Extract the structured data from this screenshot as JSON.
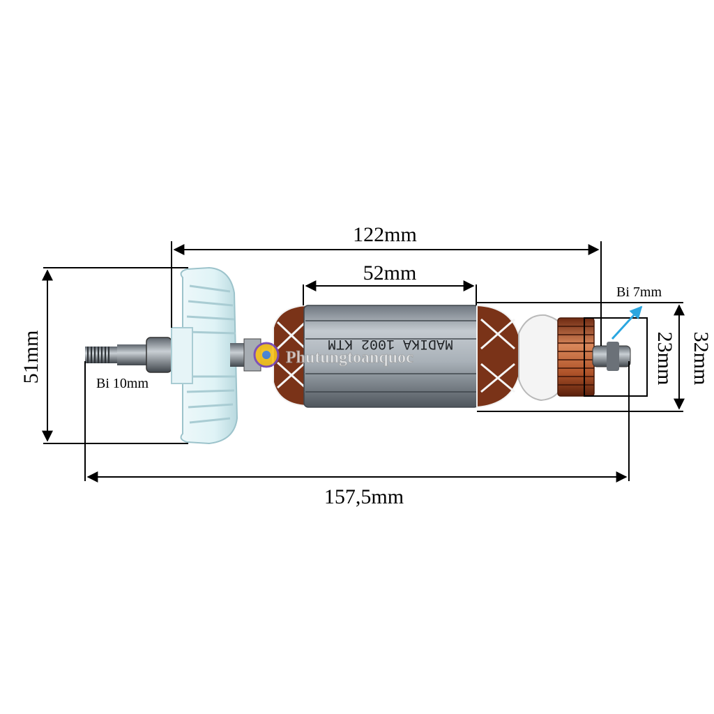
{
  "dimensions": {
    "overall_shaft_length": "157,5mm",
    "core_to_end_length": "122mm",
    "winding_core_length": "52mm",
    "fan_diameter": "51mm",
    "core_diameter": "32mm",
    "commutator_diameter": "23mm"
  },
  "bearings": {
    "front_bearing": "Bi 10mm",
    "rear_bearing": "Bi 7mm"
  },
  "product_marking": "MADIKA 1002 KTM",
  "watermark": "Phutungtoanquoc",
  "colors": {
    "arrow": "#000000",
    "bearing_pointer": "#2aa6e0",
    "fan": "#dff3f6",
    "copper": "#b0542a",
    "steel": "#8d949c"
  }
}
